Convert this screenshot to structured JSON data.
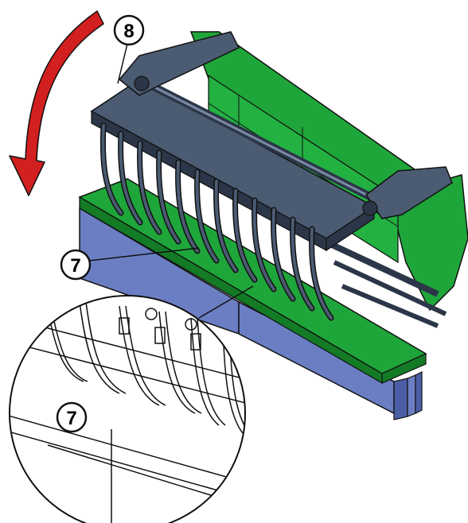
{
  "callouts": [
    {
      "id": "callout-8",
      "label": "8"
    },
    {
      "id": "callout-7-main",
      "label": "7"
    },
    {
      "id": "callout-7-detail",
      "label": "7"
    }
  ],
  "colors": {
    "frame_green": "#1fa63a",
    "frame_green_dark": "#137a26",
    "tines_slate": "#4a5b72",
    "tines_dark": "#2b3648",
    "bale_blue": "#6b7ec4",
    "bale_blue_dark": "#4c5ea6",
    "arrow_red": "#d21f1f",
    "outline": "#111111"
  },
  "icons": {
    "rotation_arrow": "red-curved-arrow-down",
    "detail_view": "magnifier-circle"
  }
}
